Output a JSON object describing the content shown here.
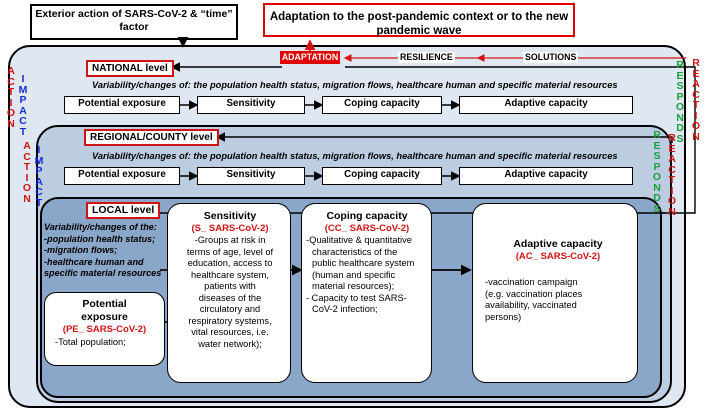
{
  "top": {
    "exterior": "Exterior action of SARS-CoV-2  &  “time” factor",
    "adaptation_box": "Adaptation to the post-pandemic context or to the new pandemic wave"
  },
  "flow": {
    "adaptation": "ADAPTATION",
    "resilience": "RESILIENCE",
    "solutions": "SOLUTIONS"
  },
  "side": {
    "action": "ACTION",
    "impact": "IMPACT",
    "responds": "RESPONDS",
    "reaction": "REACTION"
  },
  "national": {
    "label": "NATIONAL level",
    "variability": "Variability/changes of: the population health status, migration flows, healthcare human and specific material resources",
    "boxes": [
      "Potential exposure",
      "Sensitivity",
      "Coping capacity",
      "Adaptive capacity"
    ]
  },
  "regional": {
    "label": "REGIONAL/COUNTY level",
    "variability": "Variability/changes of: the population health status, migration flows, healthcare human and specific material resources",
    "boxes": [
      "Potential exposure",
      "Sensitivity",
      "Coping capacity",
      "Adaptive capacity"
    ]
  },
  "local": {
    "label": "LOCAL level",
    "variability_lines": [
      "Variability/changes of the:",
      "-population health status;",
      "-migration flows;",
      "-healthcare human and",
      "specific material resources"
    ],
    "pe": {
      "title_lines": [
        "Potential",
        "exposure"
      ],
      "code": "(PE_ SARS-CoV-2)",
      "text": "-Total population;"
    },
    "s": {
      "title": "Sensitivity",
      "code": "(S_ SARS-CoV-2)",
      "lines": [
        "-Groups at risk in",
        "terms of age, level of",
        "education, access to",
        "healthcare system,",
        "patients with",
        "diseases of the",
        "circulatory and",
        "respiratory systems,",
        "vital resources, i.e.",
        "water network);"
      ]
    },
    "cc": {
      "title": "Coping capacity",
      "code": "(CC_ SARS-CoV-2)",
      "lines": [
        "-Qualitative & quantitative",
        "characteristics of the",
        "public healthcare system",
        "(human and specific",
        "material resources);",
        "- Capacity to test SARS-",
        "CoV-2 infection;"
      ]
    },
    "ac": {
      "title": "Adaptive capacity",
      "code": "(AC_ SARS-CoV-2)",
      "lines": [
        "-vaccination campaign",
        "(e.g. vaccination places",
        "availability, vaccinated",
        "persons)"
      ]
    }
  },
  "colors": {
    "red": "#d01414",
    "blue": "#1a2ad4",
    "green": "#18a03c",
    "panel_light": "#dfe8f2",
    "panel_mid": "#bccde2",
    "panel_dark": "#8aa6c8"
  }
}
